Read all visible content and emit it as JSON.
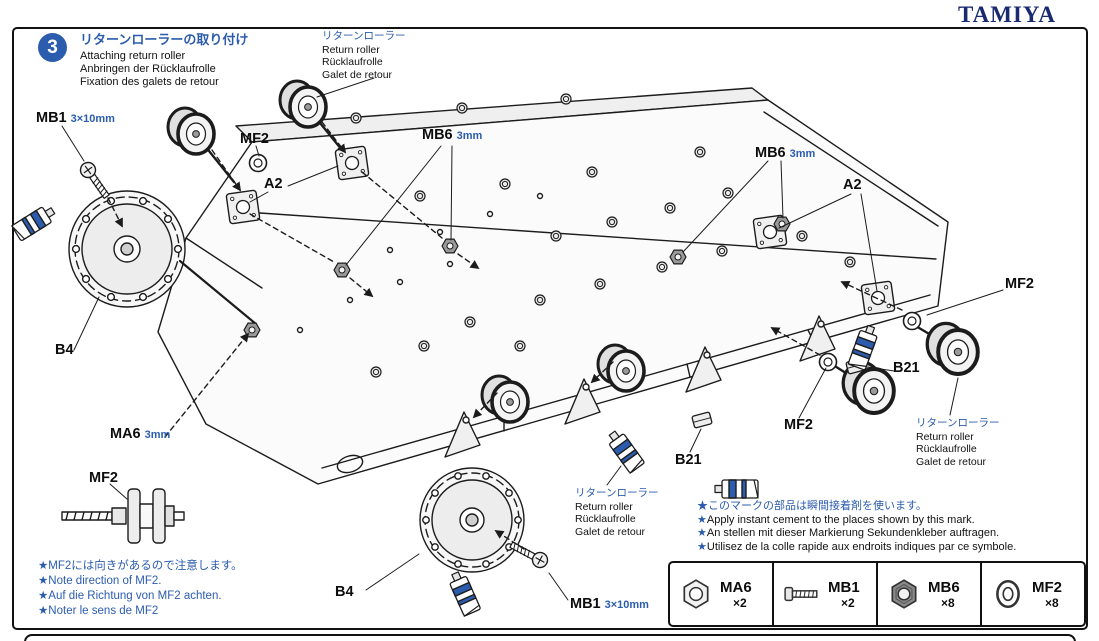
{
  "brand": "TAMIYA",
  "step": {
    "number": "3",
    "title_ja": "リターンローラーの取り付け",
    "title_en": "Attaching return roller",
    "title_de": "Anbringen der Rücklaufrolle",
    "title_fr": "Fixation des galets de retour"
  },
  "rr_label": {
    "ja": "リターンローラー",
    "en": "Return roller",
    "de": "Rücklaufrolle",
    "fr": "Galet de retour"
  },
  "parts": {
    "mb1": "MB1",
    "mb1_size": "3×10mm",
    "mf2": "MF2",
    "mb6": "MB6",
    "mb6_size": "3mm",
    "a2": "A2",
    "b4": "B4",
    "b21": "B21",
    "ma6": "MA6",
    "ma6_size": "3mm"
  },
  "notes": {
    "mf2": {
      "ja": "★MF2には向きがあるので注意します。",
      "en": "★Note direction of MF2.",
      "de": "★Auf die Richtung von MF2 achten.",
      "fr": "★Noter le sens de MF2"
    },
    "cement": {
      "ja": "★このマークの部品は瞬間接着剤を使います。",
      "en": "Apply instant cement to the places shown by this mark.",
      "de": "An stellen mit dieser Markierung Sekundenkleber auftragen.",
      "fr": "Utilisez de la colle rapide aux endroits indiques par ce symbole."
    }
  },
  "symbols": {
    "star": "★"
  },
  "parts_list": {
    "items": [
      {
        "code": "MA6",
        "qty": "×2"
      },
      {
        "code": "MB1",
        "qty": "×2"
      },
      {
        "code": "MB6",
        "qty": "×8"
      },
      {
        "code": "MF2",
        "qty": "×8"
      }
    ]
  }
}
